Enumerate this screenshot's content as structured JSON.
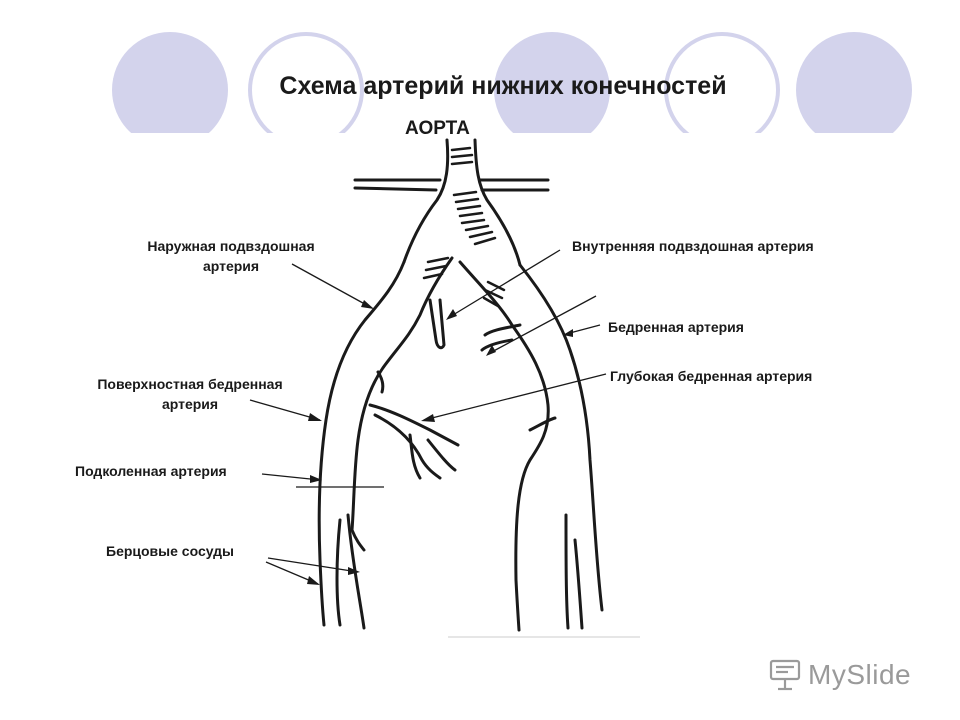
{
  "title": "Схема артерий нижних конечностей",
  "aorta_label": "АОРТА",
  "labels": {
    "external_iliac": "Наружная подвздошная артерия",
    "internal_iliac": "Внутренняя подвздошная артерия",
    "femoral": "Бедренная артерия",
    "deep_femoral": "Глубокая бедренная артерия",
    "superficial_femoral": "Поверхностная бедренная артерия",
    "popliteal": "Подколенная артерия",
    "tibial": "Берцовые сосуды"
  },
  "logo": {
    "text": "MySlide",
    "icon": "lectern-icon"
  },
  "colors": {
    "decor": "#d3d3ec",
    "ink": "#1a1a1a",
    "logo": "#9a9a9a"
  }
}
